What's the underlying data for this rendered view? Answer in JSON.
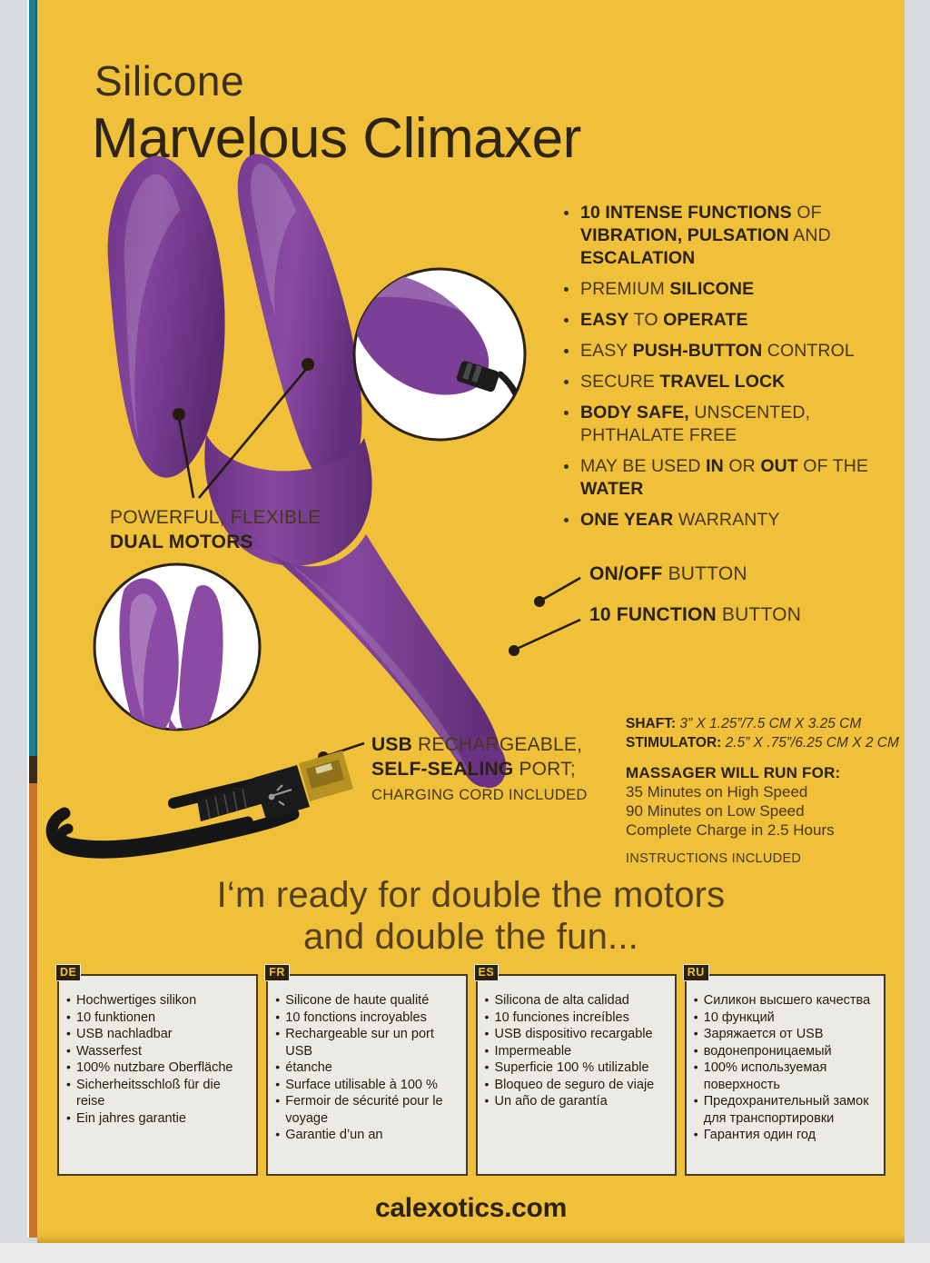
{
  "colors": {
    "box_yellow": "#f0c03a",
    "text_dark": "#2b2210",
    "text_body": "#463718",
    "silicone_purple": "#7b3f98",
    "spine_teal": "#1a7f92",
    "spine_orange": "#c8742e"
  },
  "header": {
    "subtitle": "Silicone",
    "title": "Marvelous Climaxer"
  },
  "features": [
    [
      {
        "t": "10 INTENSE FUNCTIONS",
        "b": true
      },
      {
        "t": " OF ",
        "b": false
      },
      {
        "t": "VIBRATION, PULSATION",
        "b": true
      },
      {
        "t": " AND ",
        "b": false
      },
      {
        "t": "ESCALATION",
        "b": true
      }
    ],
    [
      {
        "t": "PREMIUM ",
        "b": false
      },
      {
        "t": "SILICONE",
        "b": true
      }
    ],
    [
      {
        "t": "EASY",
        "b": true
      },
      {
        "t": " TO ",
        "b": false
      },
      {
        "t": "OPERATE",
        "b": true
      }
    ],
    [
      {
        "t": "EASY ",
        "b": false
      },
      {
        "t": "PUSH-BUTTON",
        "b": true
      },
      {
        "t": " CONTROL",
        "b": false
      }
    ],
    [
      {
        "t": "SECURE ",
        "b": false
      },
      {
        "t": "TRAVEL LOCK",
        "b": true
      }
    ],
    [
      {
        "t": "BODY SAFE,",
        "b": true
      },
      {
        "t": " UNSCENTED, PHTHALATE FREE",
        "b": false
      }
    ],
    [
      {
        "t": "MAY BE USED ",
        "b": false
      },
      {
        "t": "IN",
        "b": true
      },
      {
        "t": " OR ",
        "b": false
      },
      {
        "t": "OUT",
        "b": true
      },
      {
        "t": " OF THE ",
        "b": false
      },
      {
        "t": "WATER",
        "b": true
      }
    ],
    [
      {
        "t": "ONE YEAR",
        "b": true
      },
      {
        "t": " WARRANTY",
        "b": false
      }
    ]
  ],
  "callouts": {
    "motors_line1": "POWERFUL, FLEXIBLE",
    "motors_line2": "DUAL MOTORS",
    "onoff_bold": "ON/OFF",
    "onoff_rest": " BUTTON",
    "tenfunc_bold": "10 FUNCTION",
    "tenfunc_rest": " BUTTON",
    "usb_bold1": "USB",
    "usb_rest1": " RECHARGEABLE,",
    "usb_bold2": "SELF-SEALING",
    "usb_rest2": " PORT;",
    "usb_small": "CHARGING CORD INCLUDED"
  },
  "specs": {
    "shaft_label": "SHAFT:",
    "shaft_value": " 3” X 1.25”/7.5 CM X 3.25 CM",
    "stimulator_label": "STIMULATOR:",
    "stimulator_value": " 2.5” X .75”/6.25 CM X 2 CM",
    "run_heading": "MASSAGER WILL RUN FOR:",
    "run_lines": [
      "35 Minutes on High Speed",
      "90 Minutes on Low Speed",
      "Complete Charge in 2.5 Hours"
    ],
    "instructions": "INSTRUCTIONS INCLUDED"
  },
  "tagline": {
    "line1": "I‘m ready for double the motors",
    "line2": "and double the fun..."
  },
  "languages": [
    {
      "code": "DE",
      "items": [
        "Hochwertiges silikon",
        "10 funktionen",
        "USB nachladbar",
        "Wasserfest",
        "100% nutzbare Oberfläche",
        "Sicherheitsschloß für die reise",
        "Ein jahres garantie"
      ]
    },
    {
      "code": "FR",
      "items": [
        "Silicone de haute qualité",
        "10 fonctions incroyables",
        "Rechargeable sur un port USB",
        "étanche",
        "Surface utilisable à 100 %",
        "Fermoir de sécurité pour le voyage",
        "Garantie d’un an"
      ]
    },
    {
      "code": "ES",
      "items": [
        "Silicona de alta calidad",
        "10 funciones increíbles",
        "USB dispositivo recargable",
        "Impermeable",
        "Superficie 100 % utilizable",
        "Bloqueo de seguro de viaje",
        "Un año de garantía"
      ]
    },
    {
      "code": "RU",
      "items": [
        "Силикон высшего качества",
        "10 функций",
        "Заряжается от USB",
        "водонепроницаемый",
        "100% используемая поверхность",
        "Предохранительный замок для транспортировки",
        "Гарантия один год"
      ]
    }
  ],
  "footer": {
    "url": "calexotics.com"
  }
}
